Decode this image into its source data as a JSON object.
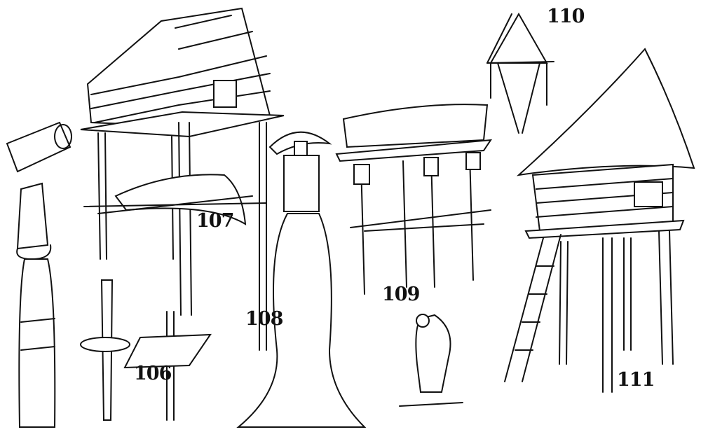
{
  "figure_labels": {
    "fig106": "106",
    "fig107": "107",
    "fig108": "108",
    "fig109": "109",
    "fig110": "110",
    "fig111": "111"
  },
  "colors": {
    "ink": "#111111",
    "paper": "#ffffff"
  }
}
